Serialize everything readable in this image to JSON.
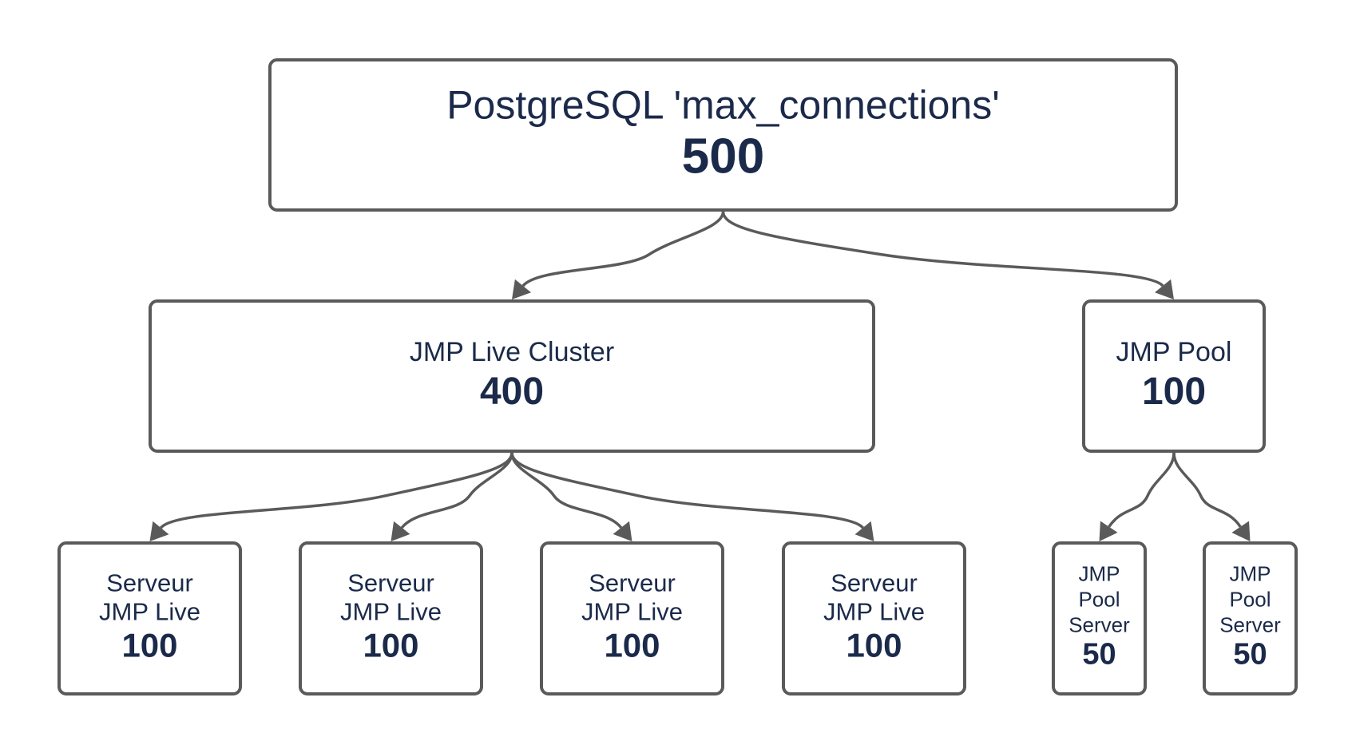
{
  "nodes": {
    "root": {
      "lines": [
        "PostgreSQL 'max_connections'"
      ],
      "value": "500"
    },
    "live": {
      "lines": [
        "JMP Live Cluster"
      ],
      "value": "400"
    },
    "pool": {
      "lines": [
        "JMP Pool"
      ],
      "value": "100"
    },
    "srv1": {
      "lines": [
        "Serveur",
        "JMP Live"
      ],
      "value": "100"
    },
    "srv2": {
      "lines": [
        "Serveur",
        "JMP Live"
      ],
      "value": "100"
    },
    "srv3": {
      "lines": [
        "Serveur",
        "JMP Live"
      ],
      "value": "100"
    },
    "srv4": {
      "lines": [
        "Serveur",
        "JMP Live"
      ],
      "value": "100"
    },
    "pool1": {
      "lines": [
        "JMP",
        "Pool",
        "Server"
      ],
      "value": "50"
    },
    "pool2": {
      "lines": [
        "JMP",
        "Pool",
        "Server"
      ],
      "value": "50"
    }
  },
  "edges": [
    [
      "root",
      "live"
    ],
    [
      "root",
      "pool"
    ],
    [
      "live",
      "srv1"
    ],
    [
      "live",
      "srv2"
    ],
    [
      "live",
      "srv3"
    ],
    [
      "live",
      "srv4"
    ],
    [
      "pool",
      "pool1"
    ],
    [
      "pool",
      "pool2"
    ]
  ],
  "colors": {
    "text": "#1b2a4a",
    "stroke": "#5a5a5a"
  }
}
